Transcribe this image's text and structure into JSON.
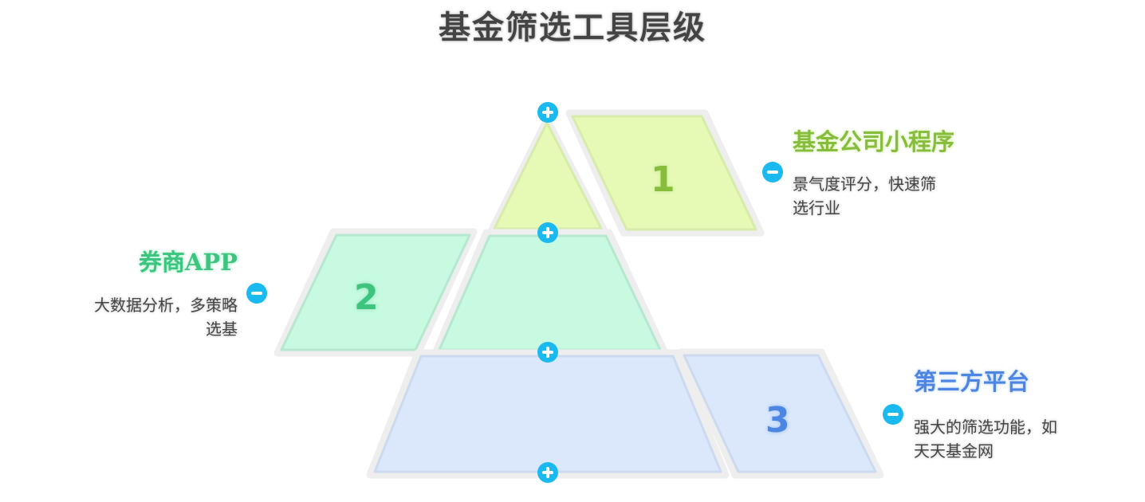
{
  "title": "基金筛选工具层级",
  "colors": {
    "level1_fill": "#e6fab5",
    "level1_accent": "#86bd3a",
    "level2_fill": "#c7fae1",
    "level2_accent": "#3dc47e",
    "level3_fill": "#dbe8fb",
    "level3_accent": "#4d86e2",
    "button": "#1ab9f0"
  },
  "levels": [
    {
      "number": "1",
      "label": "基金公司小程序",
      "description": "景气度评分，快速筛选行业"
    },
    {
      "number": "2",
      "label": "券商APP",
      "description": "大数据分析，多策略选基"
    },
    {
      "number": "3",
      "label": "第三方平台",
      "description": "强大的筛选功能，如天天基金网"
    }
  ],
  "desc_lines": {
    "l1": [
      "景气度评分，快速筛",
      "选行业"
    ],
    "l2": [
      "大数据分析，多策略",
      "选基"
    ],
    "l3": [
      "强大的筛选功能，如",
      "天天基金网"
    ]
  },
  "icons": {
    "expand": "plus-circle-icon",
    "collapse": "minus-circle-icon"
  }
}
